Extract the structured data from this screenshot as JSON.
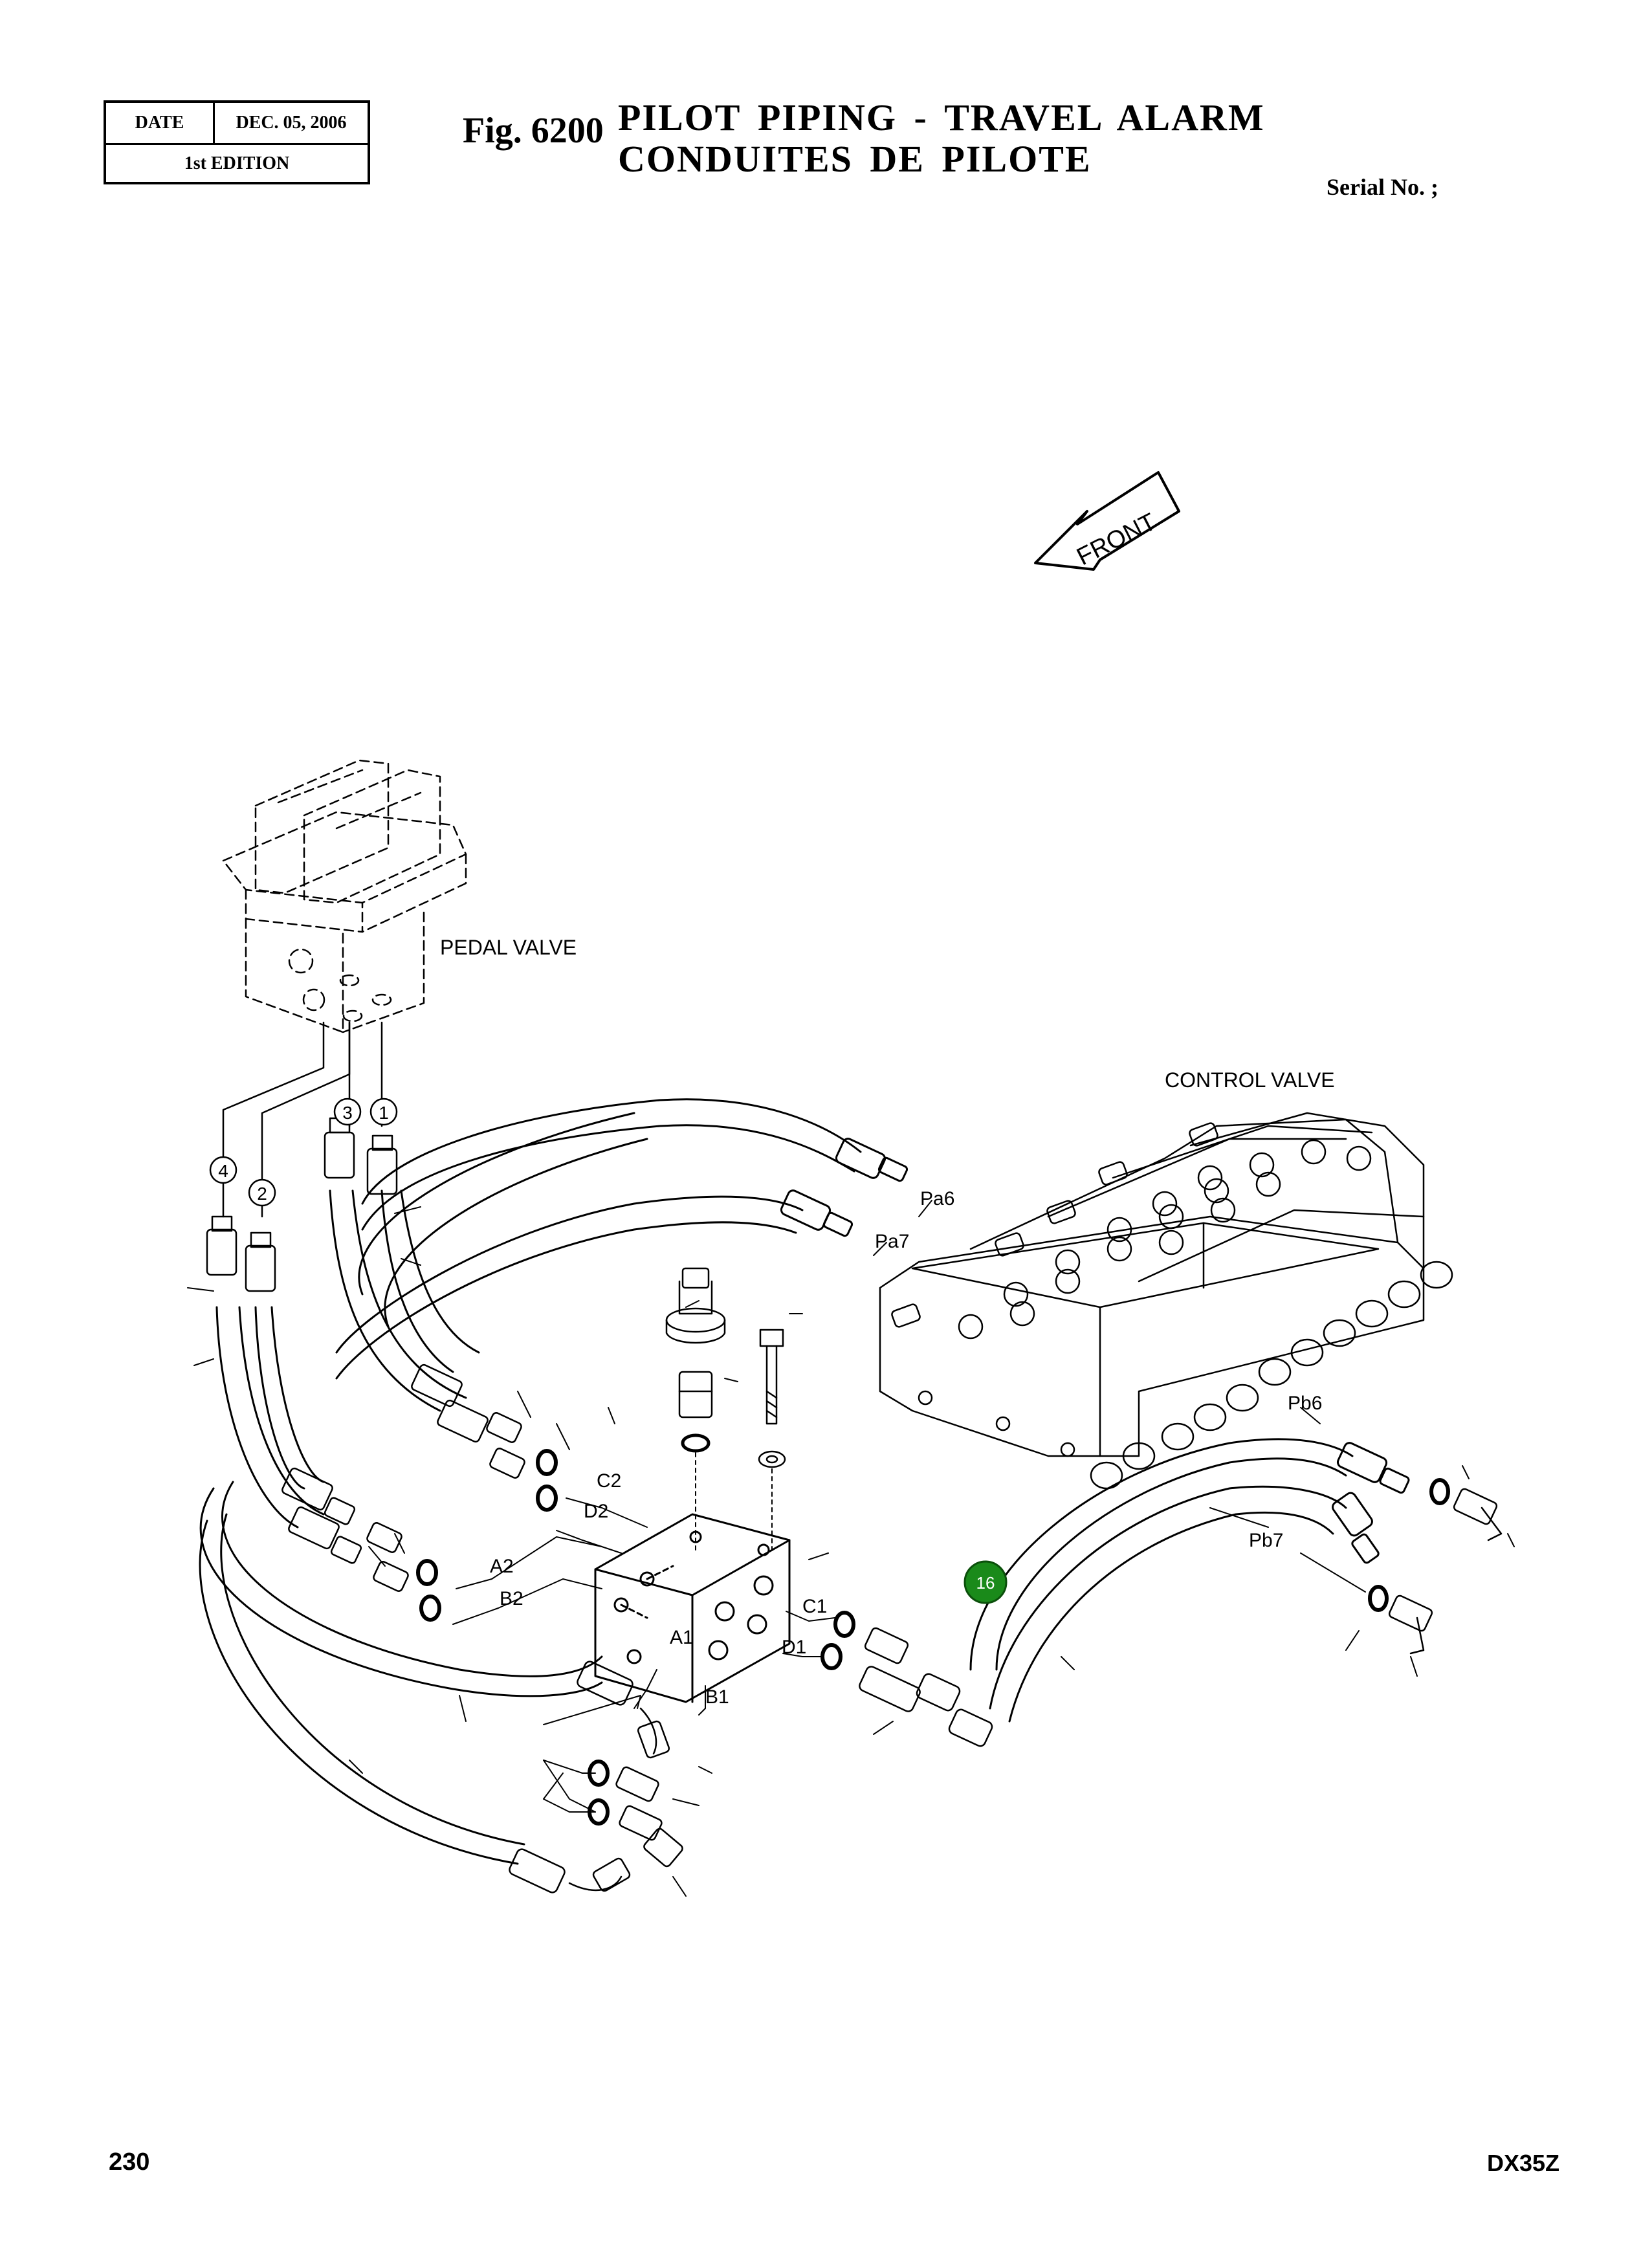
{
  "header": {
    "date_label": "DATE",
    "date_value": "DEC. 05, 2006",
    "edition": "1st EDITION",
    "fig_number": "Fig. 6200",
    "title_line1": "PILOT  PIPING  -  TRAVEL  ALARM",
    "title_line2": "CONDUITES  DE  PILOTE",
    "serial_label": "Serial No. ;"
  },
  "diagram": {
    "front_arrow": "FRONT",
    "pedal_valve": "PEDAL VALVE",
    "control_valve": "CONTROL VALVE",
    "ports": {
      "pa6": "Pa6",
      "pa7": "Pa7",
      "pb6": "Pb6",
      "pb7": "Pb7",
      "c2": "C2",
      "d2": "D2",
      "a2": "A2",
      "b2": "B2",
      "c1": "C1",
      "d1": "D1",
      "a1": "A1",
      "b1": "B1"
    },
    "callouts": [
      "1",
      "2",
      "3",
      "4"
    ],
    "part_marker": "16",
    "marker_color": "#1a8a1a"
  },
  "footer": {
    "page_number": "230",
    "model": "DX35Z"
  }
}
